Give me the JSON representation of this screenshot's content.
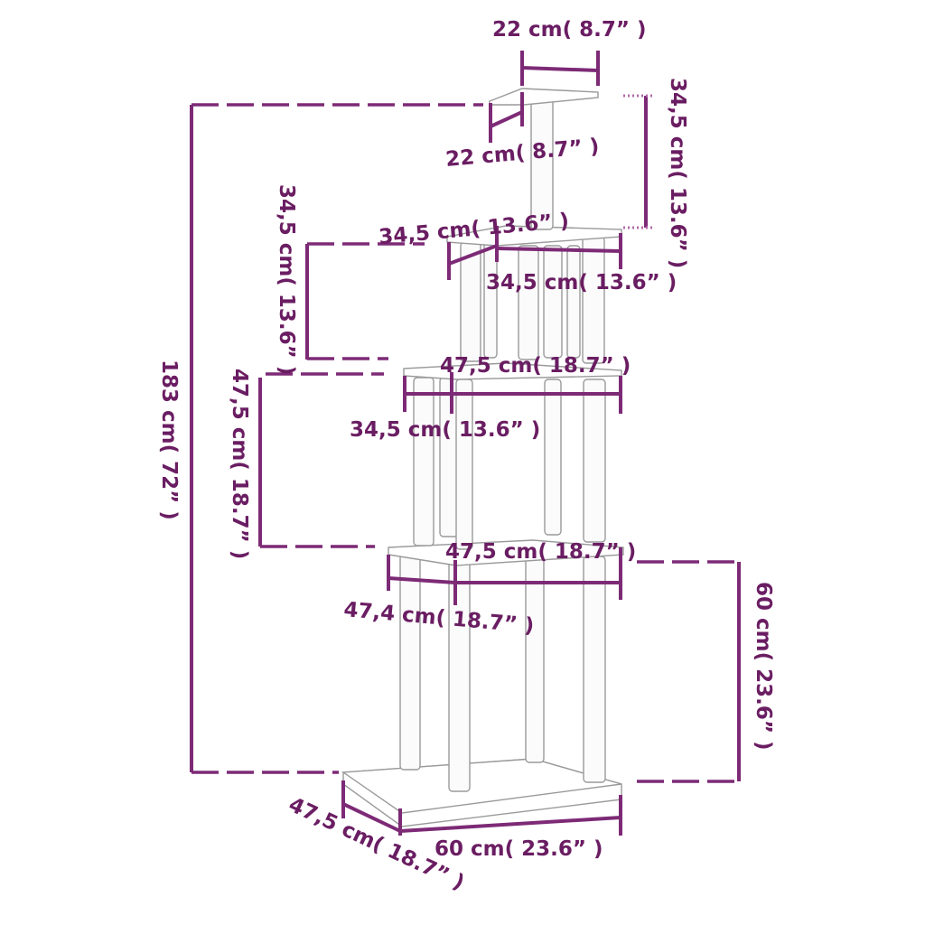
{
  "product": {
    "type": "cat tree",
    "dimension_labels": {
      "top_platform_width": "22 cm( 8.7” )",
      "top_platform_depth": "22 cm( 8.7” )",
      "top_post_height": "34,5 cm( 13.6” )",
      "level3_depth": "34,5 cm( 13.6” )",
      "level3_width": "34,5 cm( 13.6” )",
      "level3_height": "34,5 cm( 13.6” )",
      "level2_width": "47,5 cm( 18.7” )",
      "level2_depth": "34,5 cm( 13.6” )",
      "level2_height": "47,5 cm( 18.7” )",
      "level1_width": "47,5 cm( 18.7” )",
      "level1_depth": "47,4 cm( 18.7” )",
      "base_height": "60 cm( 23.6” )",
      "total_height": "183 cm( 72” )",
      "base_width": "60 cm( 23.6” )",
      "base_depth": "47,5 cm( 18.7” )"
    }
  },
  "colors": {
    "dimension_line": "#7d2a76",
    "label_text": "#6a1d62",
    "product_outline": "#9a9a9a"
  }
}
